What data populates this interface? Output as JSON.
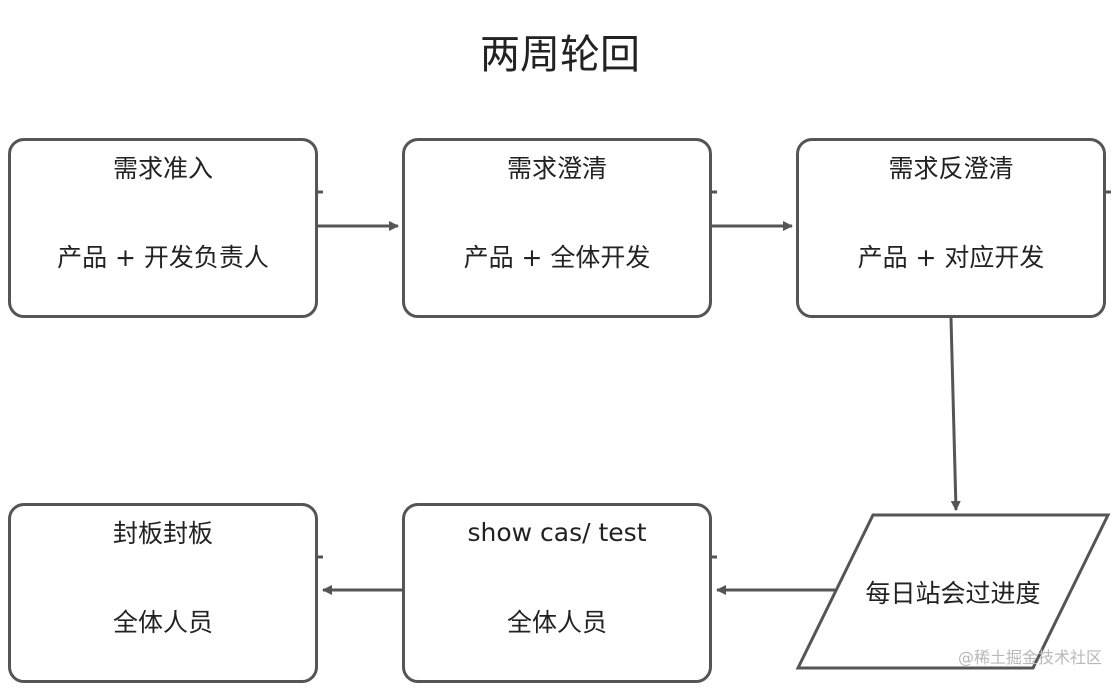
{
  "title": "两周轮回",
  "boxes": [
    {
      "header": "需求准入",
      "body": "产品 + 开发负责人"
    },
    {
      "header": "需求澄清",
      "body": "产品 + 全体开发"
    },
    {
      "header": "需求反澄清",
      "body": "产品 + 对应开发"
    },
    {
      "header": "show cas/ test",
      "body": "全体人员"
    },
    {
      "header": "封板封板",
      "body": "全体人员"
    }
  ],
  "parallelogram": {
    "label": "每日站会过进度"
  },
  "watermark": "@稀土掘金技术社区",
  "colors": {
    "stroke": "#555555",
    "text": "#222222"
  }
}
